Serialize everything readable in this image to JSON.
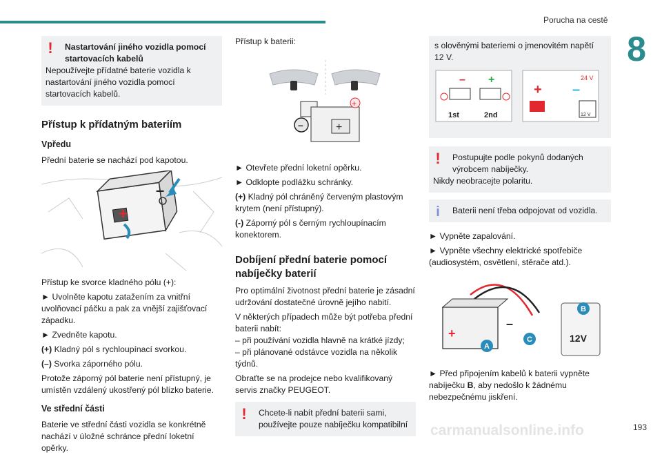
{
  "header": {
    "title": "Porucha na cestě",
    "chapter": "8",
    "page": "193"
  },
  "watermark": "carmanualsonline.info",
  "col1": {
    "warn_title": "Nastartování jiného vozidla pomocí startovacích kabelů",
    "warn_text": "Nepoužívejte přídatné baterie vozidla k nastartování jiného vozidla pomocí startovacích kabelů.",
    "section_title": "Přístup k přídatným bateriím",
    "sub1": "Vpředu",
    "sub1_text": "Přední baterie se nachází pod kapotou.",
    "p1": "Přístup ke svorce kladného pólu (+):",
    "step1": "► Uvolněte kapotu zatažením za vnitřní uvolňovací páčku a pak za vnější zajišťovací západku.",
    "step2": "► Zvedněte kapotu.",
    "plus_label": "(+)",
    "plus_text": " Kladný pól s rychloupínací svorkou.",
    "minus_label": "(–)",
    "minus_text": " Svorka záporného pólu.",
    "p2": "Protože záporný pól baterie není přístupný, je umístěn vzdálený ukostřený pól blízko baterie.",
    "sub2": "Ve střední části",
    "sub2_text": "Baterie ve střední části vozidla se konkrétně nachází v úložné schránce přední loketní opěrky."
  },
  "col2": {
    "intro": "Přístup k baterii:",
    "step1": "► Otevřete přední loketní opěrku.",
    "step2": "► Odklopte podlážku schránky.",
    "plus_label": "(+)",
    "plus_text": " Kladný pól chráněný červeným plastovým krytem (není přístupný).",
    "minus_label": "(-)",
    "minus_text": " Záporný pól s černým rychloupínacím konektorem.",
    "section_title": "Dobíjení přední baterie pomocí nabíječky baterií",
    "p1": "Pro optimální životnost přední baterie je zásadní udržování dostatečné úrovně jejího nabití.",
    "p2": "V některých případech může být potřeba přední baterii nabít:",
    "b1": "– při používání vozidla hlavně na krátké jízdy;",
    "b2": "– při plánované odstávce vozidla na několik týdnů.",
    "p3": "Obraťte se na prodejce nebo kvalifikovaný servis značky PEUGEOT.",
    "warn_text": "Chcete-li nabít přední baterii sami, používejte pouze nabíječku kompatibilní"
  },
  "col3": {
    "p1": "s olověnými bateriemi o jmenovitém napětí 12 V.",
    "fig1": {
      "label_1st": "1st",
      "label_2nd": "2nd",
      "volt": "24 V",
      "volt2": "12 V"
    },
    "warn_text1": "Postupujte podle pokynů dodaných výrobcem nabíječky.",
    "warn_text2": "Nikdy neobracejte polaritu.",
    "info_text": "Baterii není třeba odpojovat od vozidla.",
    "step1": "► Vypněte zapalování.",
    "step2": "► Vypněte všechny elektrické spotřebiče (audiosystém, osvětlení, stěrače atd.).",
    "fig2": {
      "a": "A",
      "b": "B",
      "c": "C",
      "volt": "12V"
    },
    "step3a": "► Před připojením kabelů k baterii vypněte nabíječku ",
    "step3b": "B",
    "step3c": ", aby nedošlo k žádnému nebezpečnému jiskření."
  }
}
